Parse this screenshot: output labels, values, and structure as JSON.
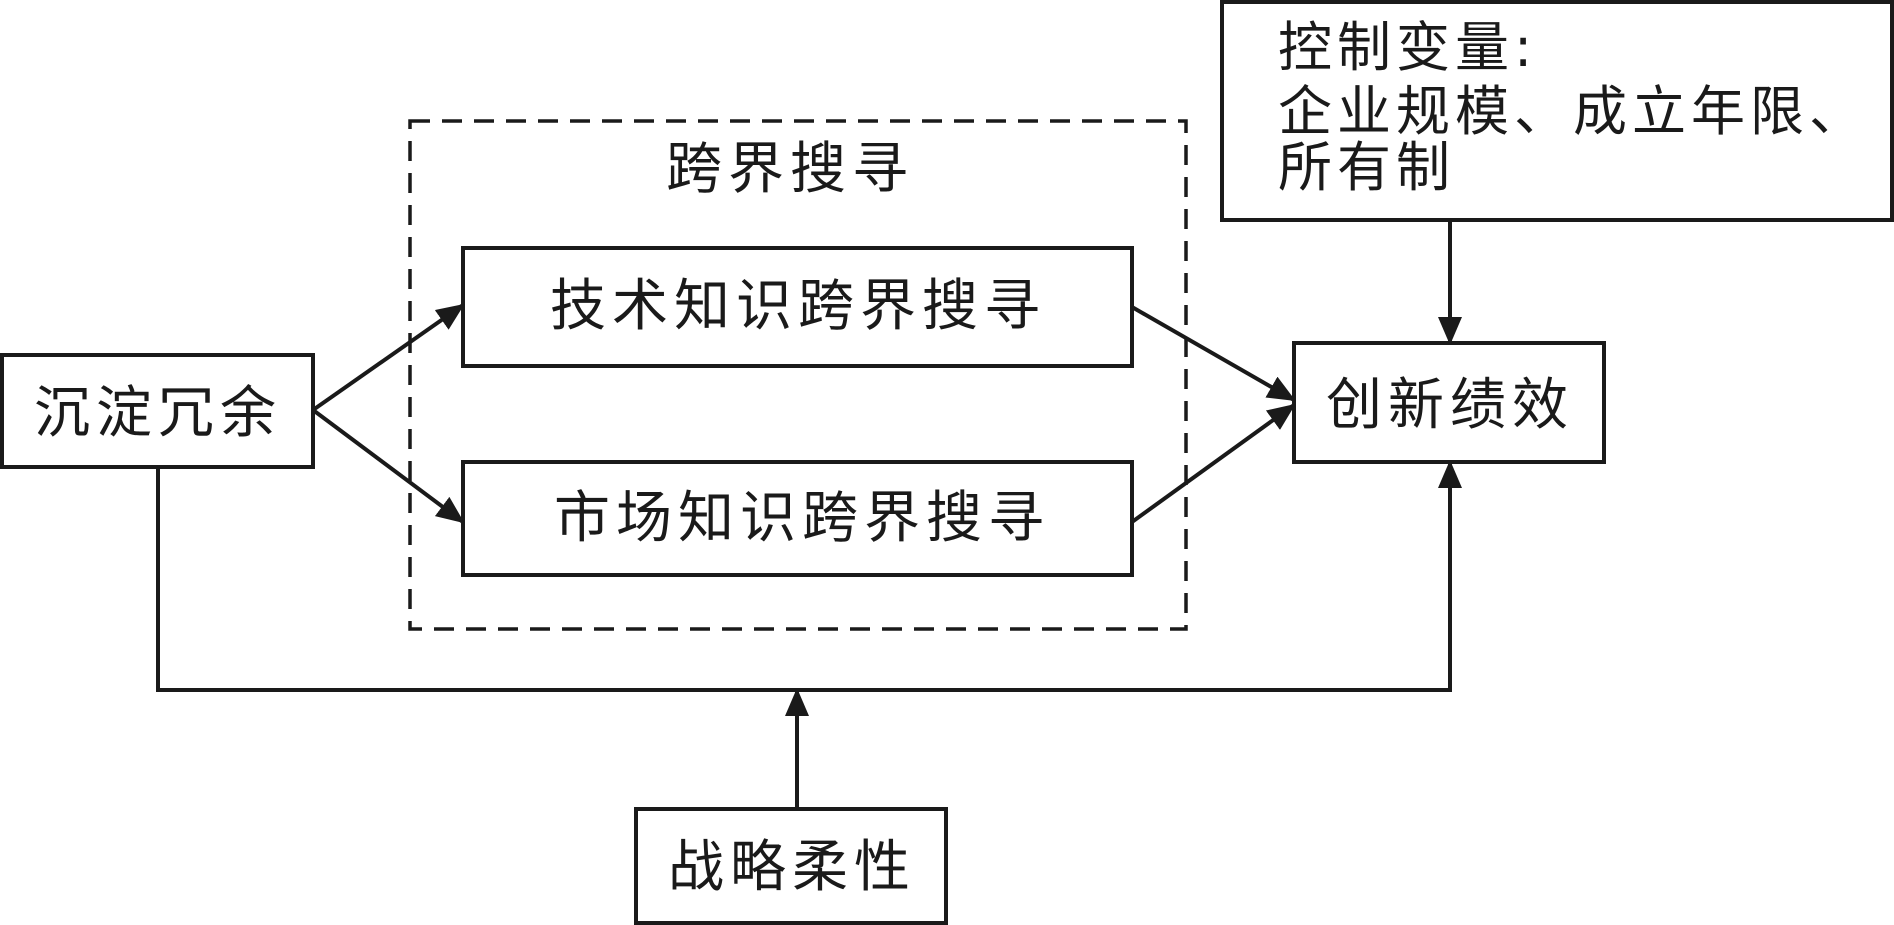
{
  "nodes": {
    "slack": "沉淀冗余",
    "boundary_search": "跨界搜寻",
    "tech_search": "技术知识跨界搜寻",
    "market_search": "市场知识跨界搜寻",
    "innovation": "创新绩效",
    "flexibility": "战略柔性",
    "controls": {
      "line1": "控制变量:",
      "line2": "企业规模、成立年限、",
      "line3": "所有制"
    }
  },
  "edges": [
    {
      "from": "slack",
      "to": "tech_search"
    },
    {
      "from": "slack",
      "to": "market_search"
    },
    {
      "from": "tech_search",
      "to": "innovation"
    },
    {
      "from": "market_search",
      "to": "innovation"
    },
    {
      "from": "slack",
      "to": "innovation"
    },
    {
      "from": "controls",
      "to": "innovation"
    },
    {
      "from": "flexibility",
      "to": "slack-innovation-path"
    }
  ],
  "colors": {
    "stroke": "#1a1a1a",
    "background": "#ffffff"
  }
}
